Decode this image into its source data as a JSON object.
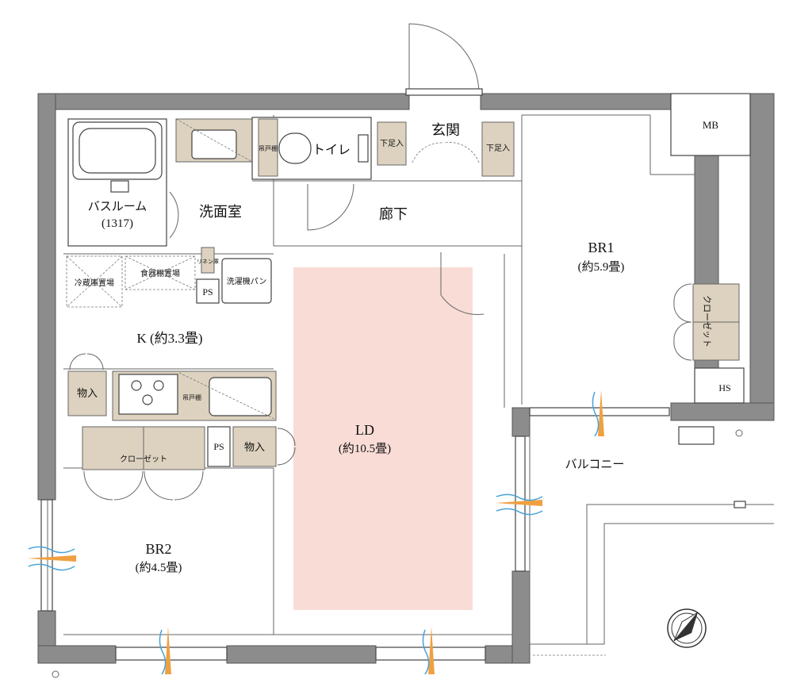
{
  "rooms": {
    "bathroom": "バスルーム",
    "bathroom_size": "(1317)",
    "washroom": "洗面室",
    "toilet": "トイレ",
    "entrance": "玄関",
    "shoe_left": "下足入",
    "shoe_right": "下足入",
    "corridor": "廊下",
    "mb": "MB",
    "br1": "BR1",
    "br1_size": "(約5.9畳)",
    "closet_br1": "クローゼット",
    "hs": "HS",
    "kitchen": "K (約3.3畳)",
    "fridge": "冷蔵庫置場",
    "dish_shelf": "食器棚置場",
    "ps1": "PS",
    "ps2": "PS",
    "laundry": "洗濯機パン",
    "storage1": "物入",
    "storage2": "物入",
    "hanging_cabinet_toilet": "吊戸棚",
    "hanging_cabinet_kitchen": "吊戸棚",
    "linen": "リネン庫",
    "closet_br2": "クローゼット",
    "ld": "LD",
    "ld_size": "(約10.5畳)",
    "balcony": "バルコニー",
    "br2": "BR2",
    "br2_size": "(約4.5畳)"
  },
  "colors": {
    "wall": "#8c8c8c",
    "cabinet": "#ddd2bf",
    "ld_highlight": "#f9dcd6",
    "airflow_orange": "#f0a040",
    "airflow_blue": "#4aa3d8"
  }
}
